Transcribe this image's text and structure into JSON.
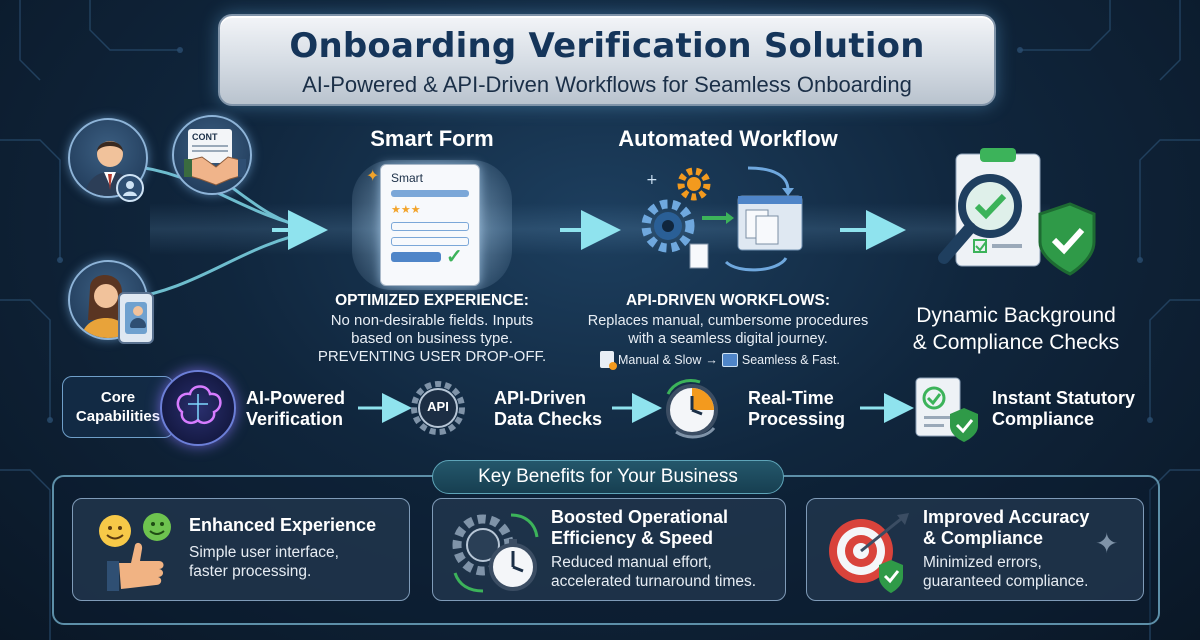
{
  "header": {
    "title": "Onboarding Verification Solution",
    "subtitle": "AI-Powered & API-Driven Workflows for Seamless Onboarding"
  },
  "inputs": {
    "contract_label": "CONT",
    "smart_form_label": "Smart"
  },
  "stages": {
    "smart_form": {
      "title": "Smart Form",
      "heading": "OPTIMIZED EXPERIENCE:",
      "lines": [
        "No non-desirable fields. Inputs",
        "based on business type.",
        "PREVENTING USER DROP-OFF."
      ]
    },
    "automated_workflow": {
      "title": "Automated Workflow",
      "heading": "API-DRIVEN WORKFLOWS:",
      "lines": [
        "Replaces manual, cumbersome procedures",
        "with a seamless digital journey."
      ],
      "manual": "Manual & Slow",
      "arrow": "→",
      "seamless": "Seamless & Fast."
    },
    "dynamic_checks": {
      "lines": [
        "Dynamic Background",
        "& Compliance Checks"
      ]
    }
  },
  "core": {
    "label": [
      "Core",
      "Capabilities"
    ],
    "items": [
      {
        "lines": [
          "AI-Powered",
          "Verification"
        ]
      },
      {
        "lines": [
          "API-Driven",
          "Data Checks"
        ],
        "badge": "API"
      },
      {
        "lines": [
          "Real-Time",
          "Processing"
        ]
      },
      {
        "lines": [
          "Instant Statutory",
          "Compliance"
        ]
      }
    ]
  },
  "benefits": {
    "title": "Key Benefits for Your Business",
    "items": [
      {
        "title": [
          "Enhanced Experience"
        ],
        "desc": [
          "Simple user interface,",
          "faster processing."
        ]
      },
      {
        "title": [
          "Boosted Operational",
          "Efficiency & Speed"
        ],
        "desc": [
          "Reduced manual effort,",
          "accelerated turnaround times."
        ]
      },
      {
        "title": [
          "Improved Accuracy",
          "& Compliance"
        ],
        "desc": [
          "Minimized errors,",
          "guaranteed compliance."
        ]
      }
    ]
  },
  "colors": {
    "accent_cyan": "#7fd8e8",
    "check_green": "#3cb35a",
    "shield_green": "#2f9a48",
    "gear_orange": "#f39a1e",
    "title_navy": "#15355a"
  }
}
